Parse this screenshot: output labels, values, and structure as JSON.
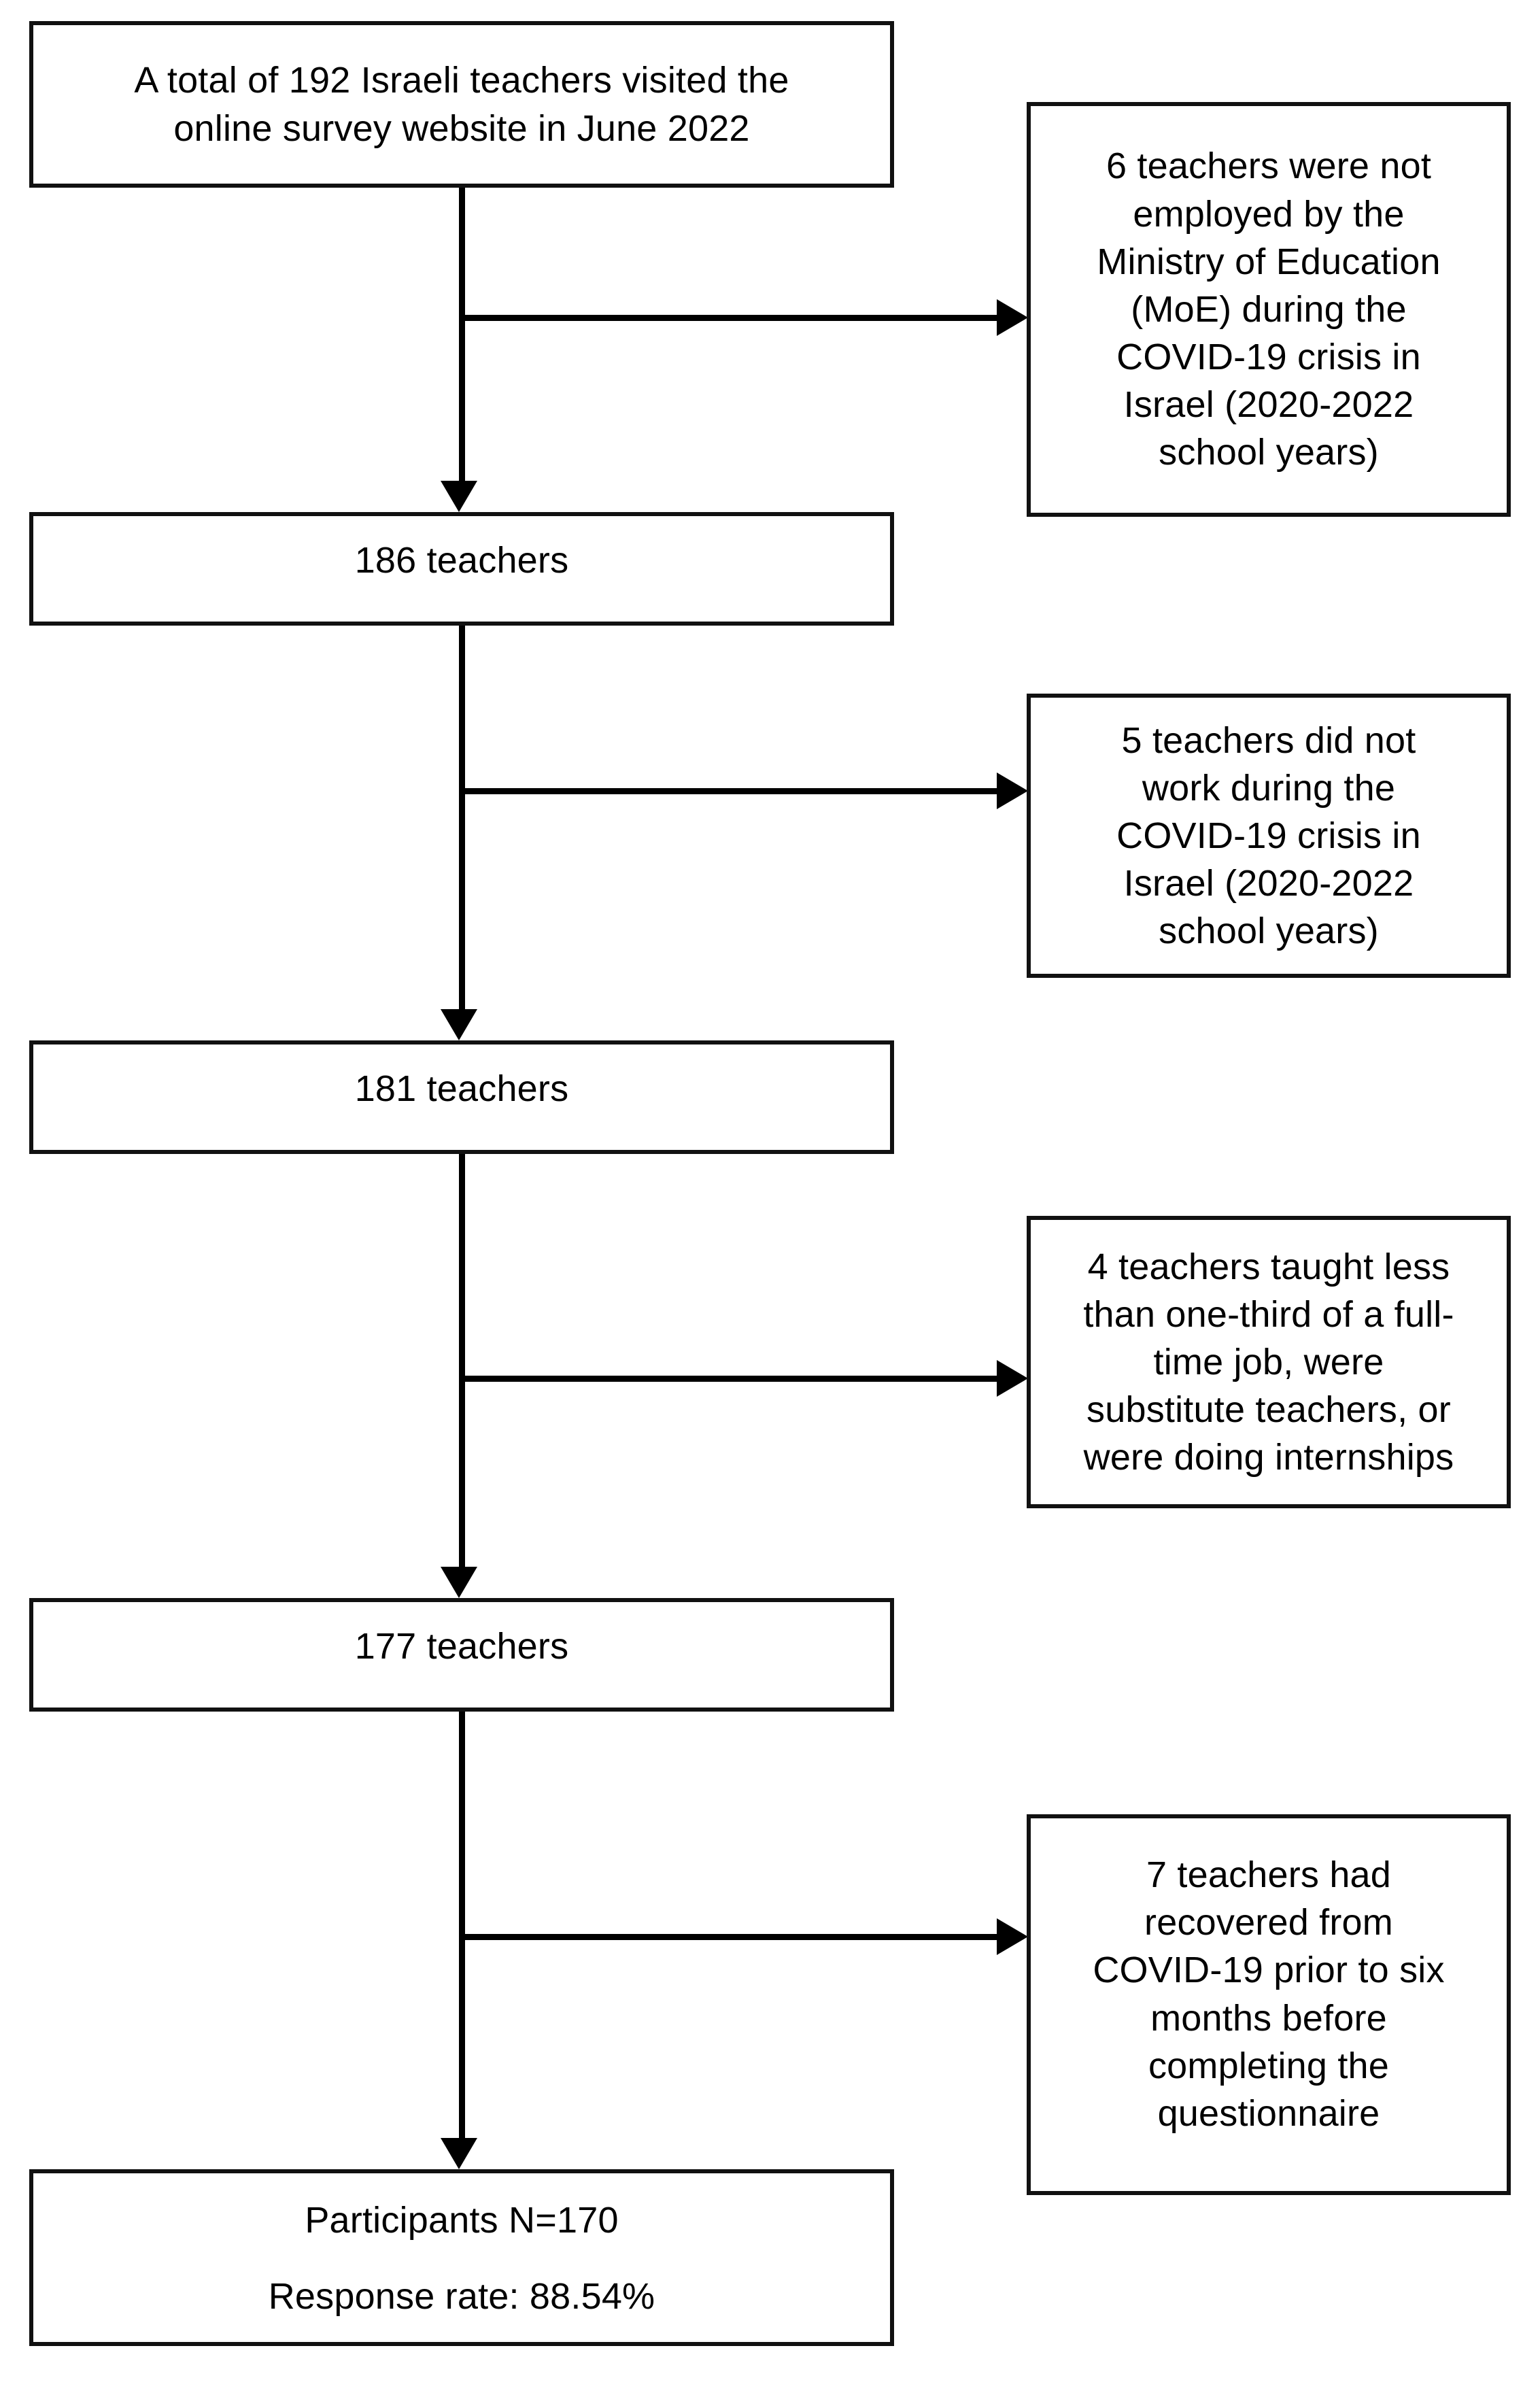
{
  "figure": {
    "type": "participant-flow-diagram",
    "title": "",
    "stroke_color": "#111111",
    "background_color": "#ffffff",
    "text_color": "#000000"
  },
  "main_boxes": [
    {
      "id": "visited",
      "text": "A total of 192 Israeli teachers visited the\nonline survey website in June 2022",
      "count": 192
    },
    {
      "id": "after-exclusion-1",
      "text": "186 teachers",
      "count": 186
    },
    {
      "id": "after-exclusion-2",
      "text": "181 teachers",
      "count": 181
    },
    {
      "id": "after-exclusion-3",
      "text": "177 teachers",
      "count": 177
    }
  ],
  "final_box": {
    "id": "participants",
    "line1": "Participants N=170",
    "line2": "Response rate: 88.54%",
    "count": 170,
    "response_rate": "88.54%"
  },
  "exclusion_boxes": [
    {
      "id": "exclusion-1",
      "text": "6 teachers were not\nemployed by the\nMinistry of Education\n(MoE) during the\nCOVID-19 crisis in\nIsrael (2020-2022\nschool years)",
      "count": 6
    },
    {
      "id": "exclusion-2",
      "text": "5 teachers did not\nwork during the\nCOVID-19 crisis in\nIsrael (2020-2022\nschool years)",
      "count": 5
    },
    {
      "id": "exclusion-3",
      "text": "4 teachers taught less\nthan one-third of a full-\ntime job, were\nsubstitute teachers, or\nwere doing internships",
      "count": 4
    },
    {
      "id": "exclusion-4",
      "text": "7 teachers had\nrecovered from\nCOVID-19 prior to six\nmonths before\ncompleting the\nquestionnaire",
      "count": 7
    }
  ]
}
